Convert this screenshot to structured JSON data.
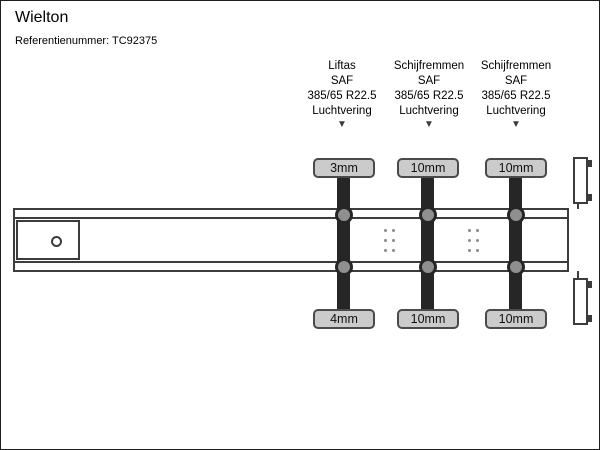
{
  "header": {
    "brand": "Wielton",
    "reference": "Referentienummer: TC92375"
  },
  "icons": {
    "down_arrow": "▼"
  },
  "columns": [
    {
      "name": "axle-1",
      "lines": [
        "Liftas",
        "SAF",
        "385/65 R22.5",
        "Luchtvering"
      ],
      "top_measurement": "3mm",
      "bottom_measurement": "4mm"
    },
    {
      "name": "axle-2",
      "lines": [
        "Schijfremmen",
        "SAF",
        "385/65 R22.5",
        "Luchtvering"
      ],
      "top_measurement": "10mm",
      "bottom_measurement": "10mm"
    },
    {
      "name": "axle-3",
      "lines": [
        "Schijfremmen",
        "SAF",
        "385/65 R22.5",
        "Luchtvering"
      ],
      "top_measurement": "10mm",
      "bottom_measurement": "10mm"
    }
  ],
  "colors": {
    "background": "#ffffff",
    "line": "#3c3c3c",
    "axle": "#262626",
    "hub_fill": "#8f8f8f",
    "measurement_box_fill": "#cbcbcb",
    "text": "#000000"
  }
}
